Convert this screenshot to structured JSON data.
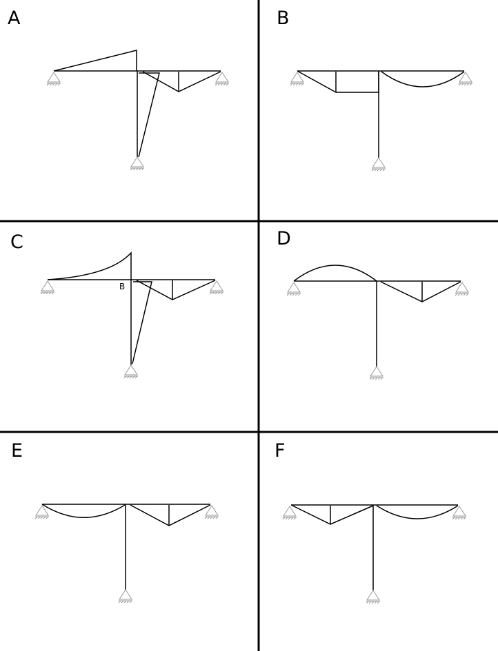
{
  "panels": [
    {
      "label": "A"
    },
    {
      "label": "B"
    },
    {
      "label": "C",
      "node_label": "B"
    },
    {
      "label": "D"
    },
    {
      "label": "E"
    },
    {
      "label": "F"
    }
  ]
}
